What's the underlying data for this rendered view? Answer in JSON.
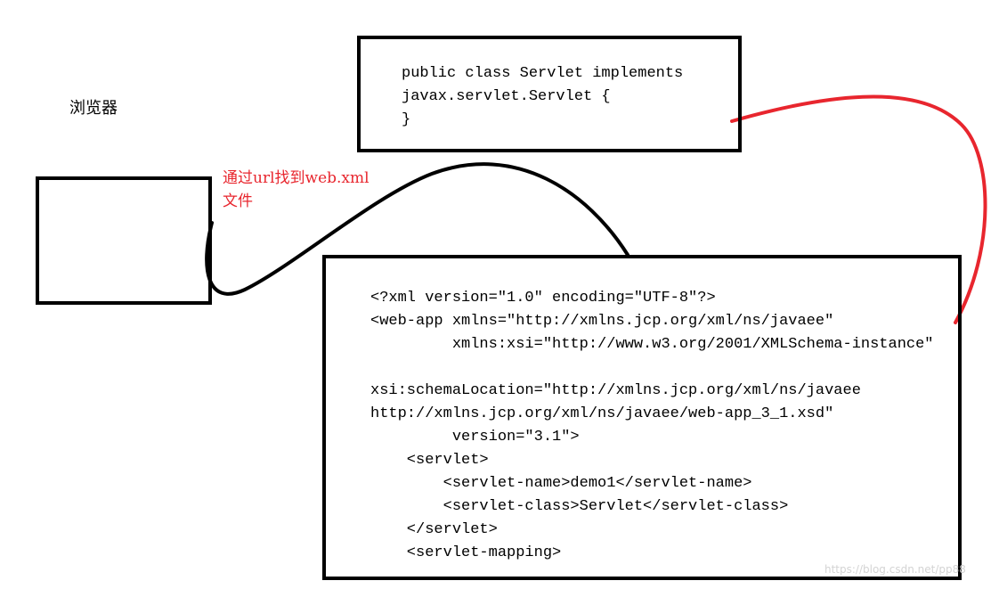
{
  "browser": {
    "label": "浏览器"
  },
  "arrow_label": {
    "text": "通过url找到web.xml\n文件",
    "color": "#e8262e"
  },
  "servlet_class": {
    "code": "public class Servlet implements\njavax.servlet.Servlet {\n}"
  },
  "web_xml": {
    "code": "<?xml version=\"1.0\" encoding=\"UTF-8\"?>\n<web-app xmlns=\"http://xmlns.jcp.org/xml/ns/javaee\"\n         xmlns:xsi=\"http://www.w3.org/2001/XMLSchema-instance\"\n\nxsi:schemaLocation=\"http://xmlns.jcp.org/xml/ns/javaee\nhttp://xmlns.jcp.org/xml/ns/javaee/web-app_3_1.xsd\"\n         version=\"3.1\">\n    <servlet>\n        <servlet-name>demo1</servlet-name>\n        <servlet-class>Servlet</servlet-class>\n    </servlet>\n    <servlet-mapping>"
  },
  "connectors": {
    "browser_to_xml": {
      "color": "#000000"
    },
    "xml_to_servlet": {
      "color": "#e8262e"
    }
  },
  "watermark": {
    "text": "https://blog.csdn.net/pp88"
  }
}
